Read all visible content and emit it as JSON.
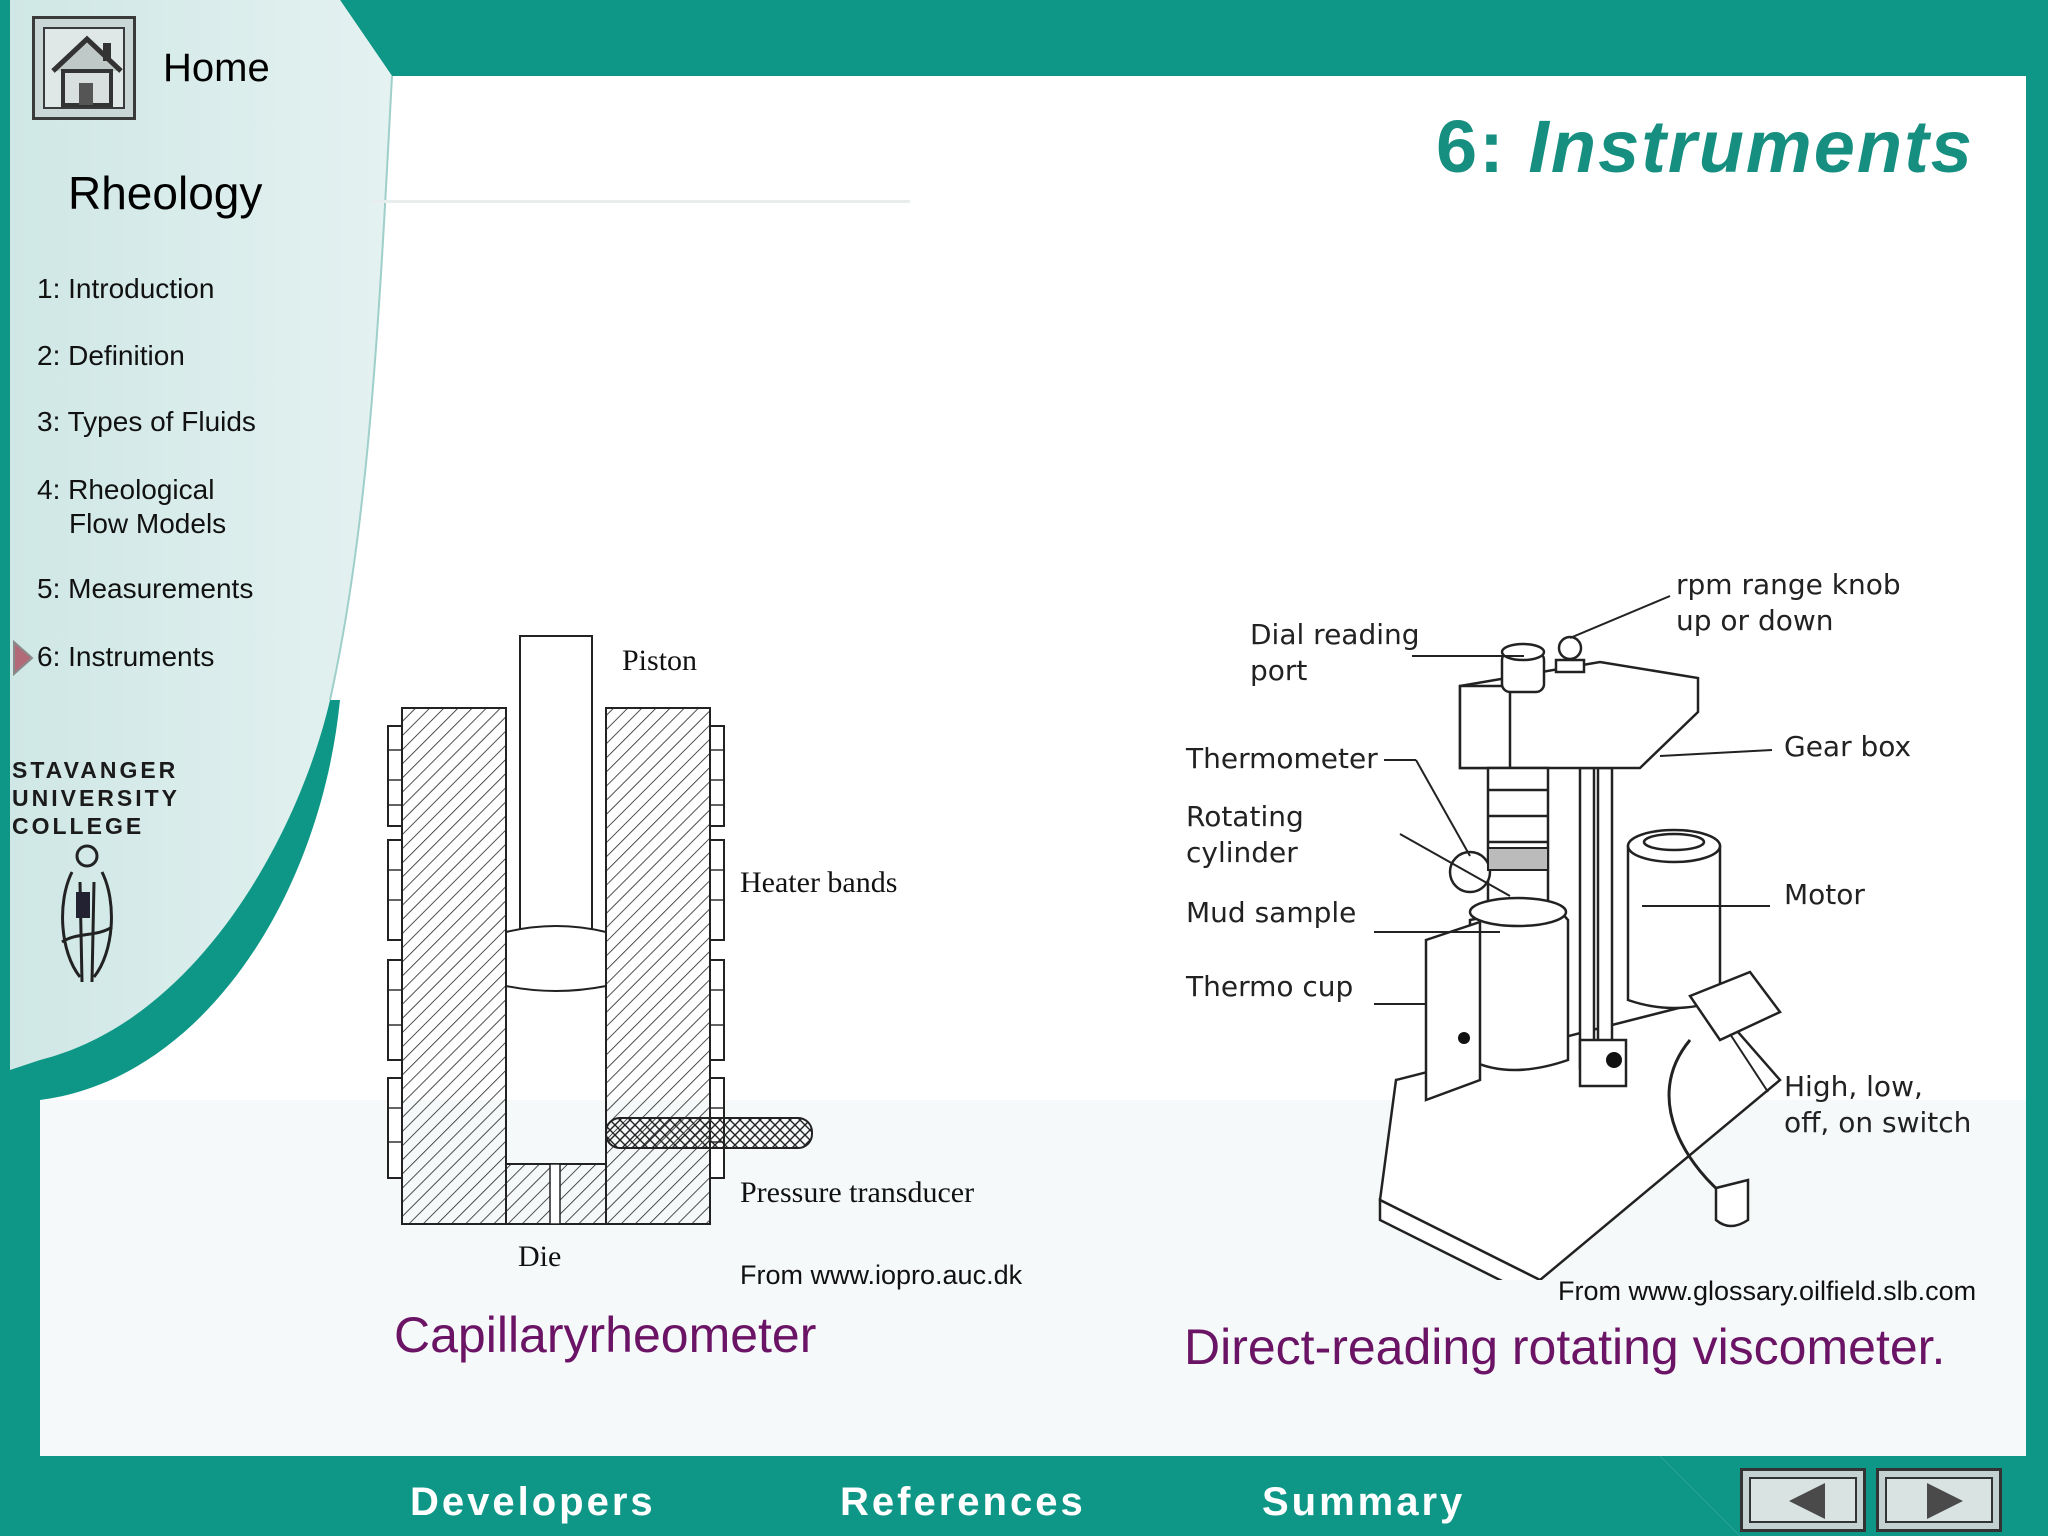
{
  "home": {
    "label": "Home"
  },
  "sidebar": {
    "course_title": "Rheology",
    "items": [
      {
        "label": "1: Introduction"
      },
      {
        "label": "2: Definition"
      },
      {
        "label": "3: Types of Fluids"
      },
      {
        "label_line1": "4: Rheological",
        "label_line2": "Flow Models"
      },
      {
        "label": "5: Measurements"
      },
      {
        "label": "6: Instruments",
        "active": true
      }
    ],
    "college": {
      "line1": "STAVANGER",
      "line2": "UNIVERSITY",
      "line3": "COLLEGE"
    }
  },
  "slide": {
    "number": "6:",
    "title": "Instruments",
    "left_figure": {
      "caption": "Capillaryrheometer",
      "source": "From www.iopro.auc.dk",
      "labels": {
        "piston": "Piston",
        "heater": "Heater bands",
        "transducer": "Pressure transducer",
        "die": "Die"
      }
    },
    "right_figure": {
      "caption": "Direct-reading rotating viscometer.",
      "source": "From www.glossary.oilfield.slb.com",
      "labels": {
        "dial1": "Dial reading",
        "dial2": "port",
        "rpm1": "rpm range knob",
        "rpm2": "up or down",
        "thermometer": "Thermometer",
        "rot1": "Rotating",
        "rot2": "cylinder",
        "gearbox": "Gear box",
        "mud": "Mud sample",
        "motor": "Motor",
        "cup": "Thermo cup",
        "switch1": "High, low,",
        "switch2": "off, on switch"
      }
    }
  },
  "footer": {
    "developers": "Developers",
    "references": "References",
    "summary": "Summary"
  },
  "colors": {
    "teal": "#0e9787",
    "sidebar": "#d6eceb",
    "title": "#168f80",
    "caption": "#6b1466"
  },
  "icons": {
    "home": "house-icon",
    "prev": "triangle-left-icon",
    "next": "triangle-right-icon"
  }
}
